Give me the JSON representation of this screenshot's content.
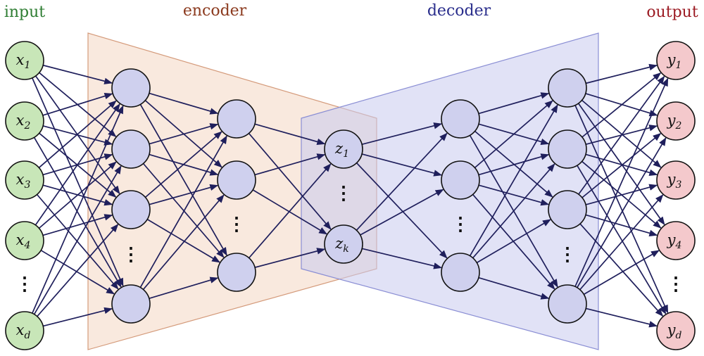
{
  "colors": {
    "input_fill": "#c8e6b8",
    "output_fill": "#f4c9cc",
    "hidden_fill": "#cfd0ee",
    "edge": "#1f1f5c",
    "encoder_region": "#f6dfd0",
    "encoder_border": "#d49a7a",
    "decoder_region": "#c9cbee",
    "decoder_border": "#8a8ed4",
    "input_title": "#2e7d32",
    "encoder_title": "#8b3a1e",
    "decoder_title": "#2a2e8c",
    "output_title": "#9c1c24"
  },
  "titles": {
    "input": "input",
    "encoder": "encoder",
    "decoder": "decoder",
    "output": "output"
  },
  "input_nodes": [
    {
      "base": "x",
      "sub": "1"
    },
    {
      "base": "x",
      "sub": "2"
    },
    {
      "base": "x",
      "sub": "3"
    },
    {
      "base": "x",
      "sub": "4"
    },
    {
      "base": "x",
      "sub": "d"
    }
  ],
  "latent_nodes": [
    {
      "base": "z",
      "sub": "1"
    },
    {
      "base": "z",
      "sub": "k"
    }
  ],
  "output_nodes": [
    {
      "base": "y",
      "sub": "1"
    },
    {
      "base": "y",
      "sub": "2"
    },
    {
      "base": "y",
      "sub": "3"
    },
    {
      "base": "y",
      "sub": "4"
    },
    {
      "base": "y",
      "sub": "d"
    }
  ],
  "ellipsis": "⋮"
}
